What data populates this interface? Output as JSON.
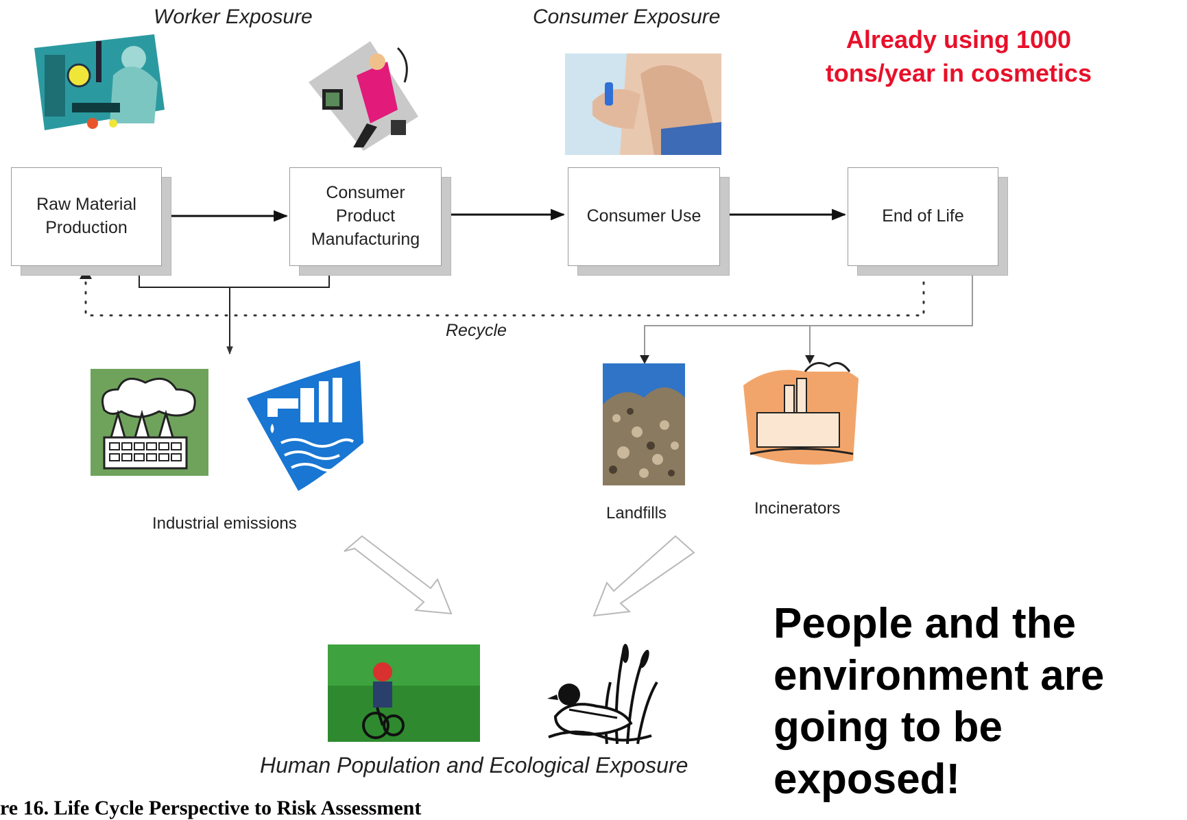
{
  "headers": {
    "worker_exposure": "Worker Exposure",
    "consumer_exposure": "Consumer Exposure"
  },
  "note": {
    "line1": "Already using 1000",
    "line2": "tons/year  in cosmetics",
    "color": "#e8102a"
  },
  "stages": [
    {
      "label": "Raw Material\nProduction"
    },
    {
      "label": "Consumer\nProduct\nManufacturing"
    },
    {
      "label": "Consumer Use"
    },
    {
      "label": "End of Life"
    }
  ],
  "recycle_label": "Recycle",
  "outputs": {
    "industrial_emissions": "Industrial emissions",
    "landfills": "Landfills",
    "incinerators": "Incinerators"
  },
  "exposure_label": "Human Population and Ecological Exposure",
  "conclusion": "People and the\nenvironment are\ngoing to be\nexposed!",
  "caption": "re 16. Life Cycle Perspective to Risk Assessment",
  "icons": [
    "lab-worker-icon",
    "factory-worker-icon",
    "lotion-application-icon",
    "smokestack-factory-icon",
    "water-tap-icon",
    "landfill-icon",
    "incinerator-icon",
    "child-bicycle-icon",
    "duck-icon"
  ]
}
